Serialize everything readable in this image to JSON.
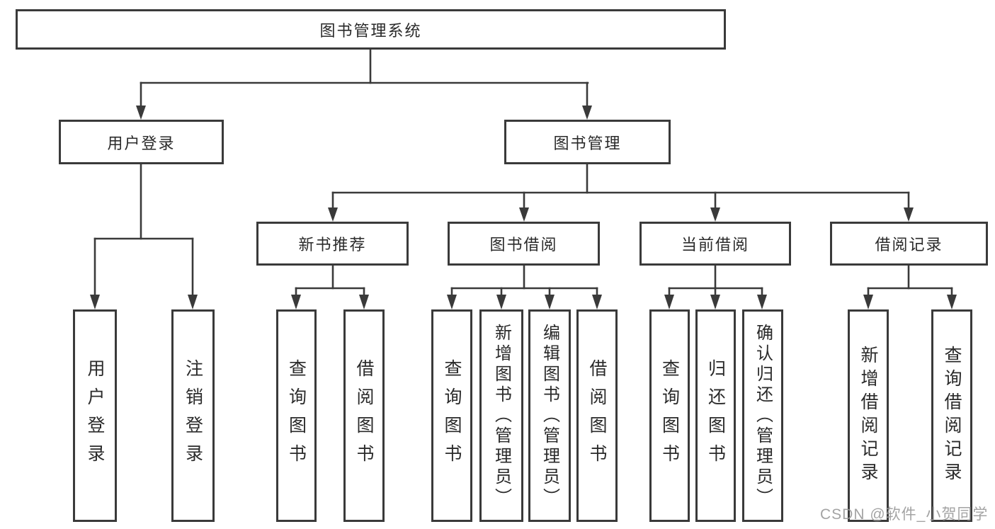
{
  "diagram": {
    "title": "图书管理系统",
    "colors": {
      "line": "#3a3a3a",
      "text": "#2a2a2a",
      "watermark": "#9a9a9a",
      "background": "#ffffff"
    },
    "nodes": {
      "root": "图书管理系统",
      "login": "用户登录",
      "mgmt": "图书管理",
      "newbook": "新书推荐",
      "borrow": "图书借阅",
      "current": "当前借阅",
      "record": "借阅记录",
      "login_user": "用户登录",
      "login_logout": "注销登录",
      "newbook_query": "查询图书",
      "newbook_borrow": "借阅图书",
      "borrow_query": "查询图书",
      "borrow_add": "新增图书（管理员）",
      "borrow_edit": "编辑图书（管理员）",
      "borrow_borrow": "借阅图书",
      "current_query": "查询图书",
      "current_return": "归还图书",
      "current_confirm": "确认归还（管理员）",
      "record_add": "新增借阅记录",
      "record_query": "查询借阅记录"
    },
    "watermark": "CSDN @软件_小贺同学"
  }
}
